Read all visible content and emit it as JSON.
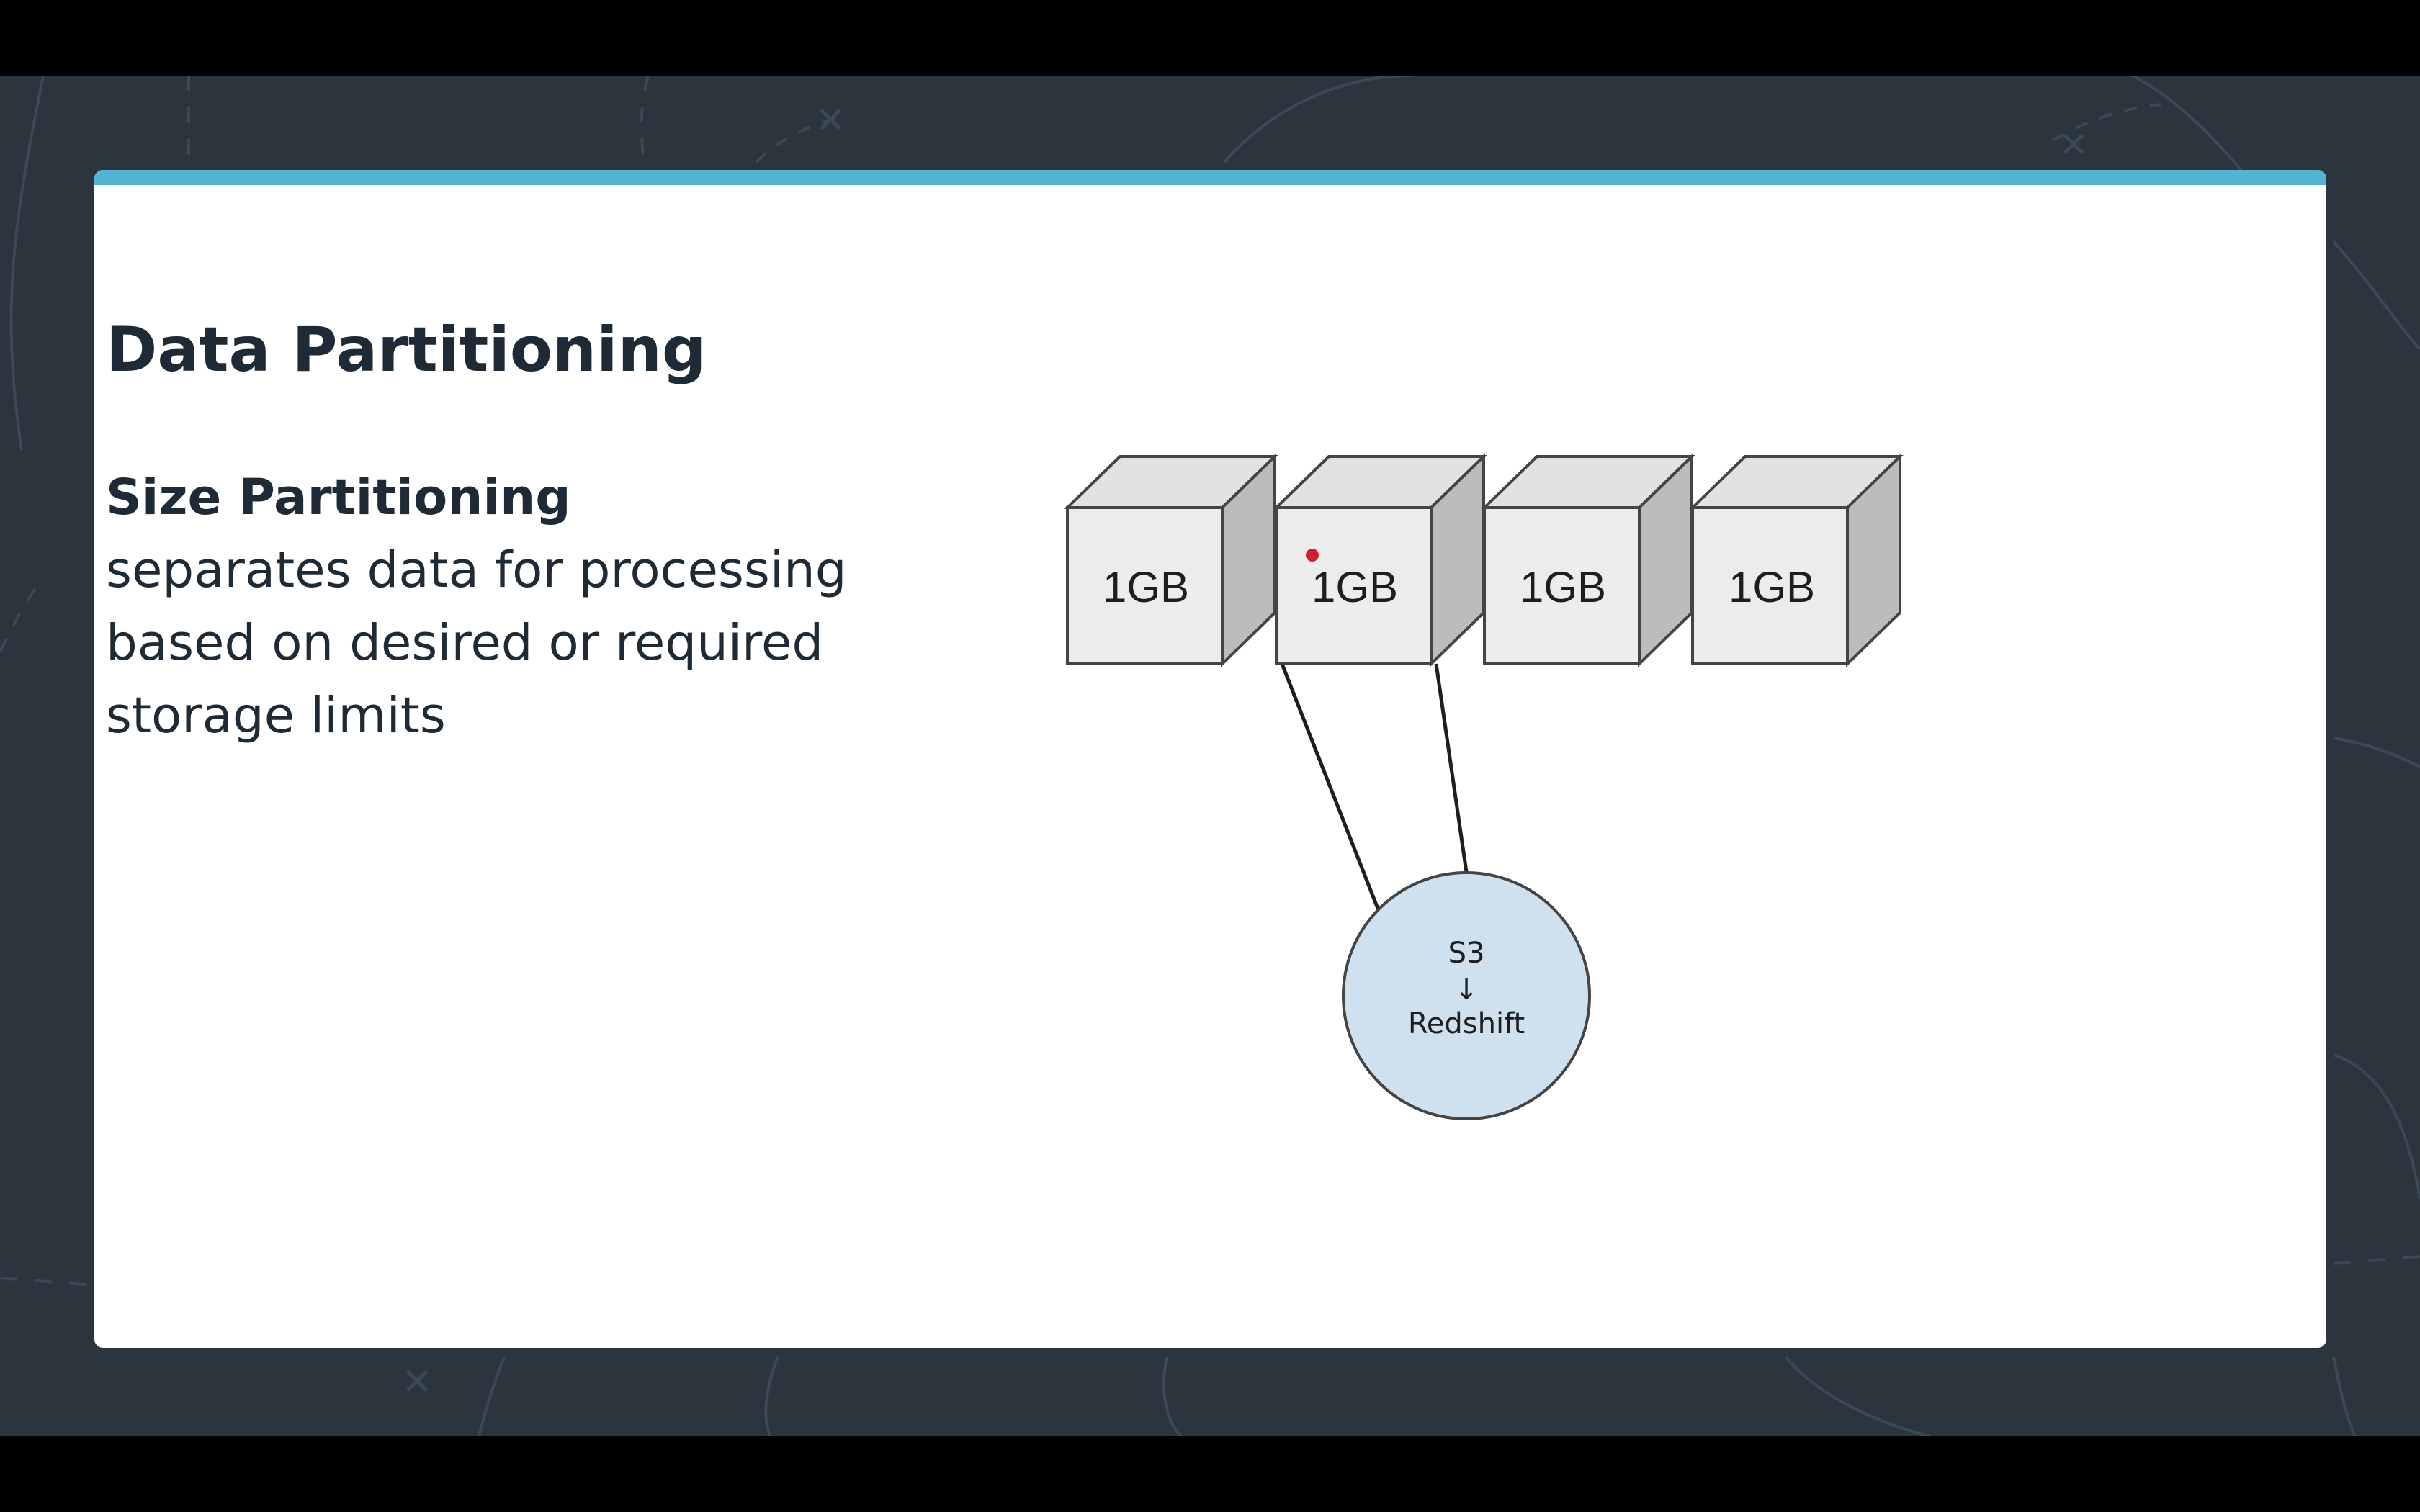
{
  "slide": {
    "title": "Data Partitioning",
    "subheading": "Size Partitioning",
    "description": "separates data for processing based on desired or required storage limits"
  },
  "diagram": {
    "blocks": [
      {
        "label": "1GB"
      },
      {
        "label": "1GB"
      },
      {
        "label": "1GB"
      },
      {
        "label": "1GB"
      }
    ],
    "target_node": {
      "line1": "S3",
      "arrow": "↓",
      "line2": "Redshift"
    }
  },
  "colors": {
    "accent_bar": "#53b4d6",
    "background": "#2c353d",
    "title_text": "#1e2a36",
    "block_front": "#ececec",
    "block_top": "#e2e2e2",
    "block_side": "#bcbcbc",
    "node_fill": "#cfe1ee",
    "pointer_dot": "#d01f2e"
  }
}
